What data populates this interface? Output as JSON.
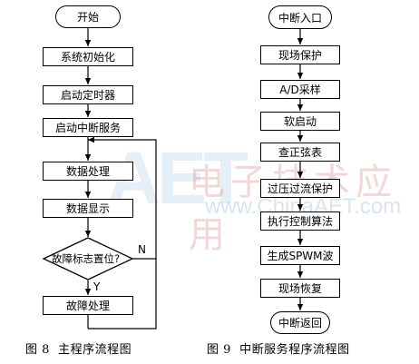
{
  "watermark": {
    "brand": "AET",
    "slogan": "电子技术应用",
    "url": "www.ChinaAET.com"
  },
  "left_flow": {
    "start": "开始",
    "step1": "系统初始化",
    "step2": "启动定时器",
    "step3": "启动中断服务",
    "step4": "数据处理",
    "step5": "数据显示",
    "decision": "故障标志置位?",
    "yes": "Y",
    "no": "N",
    "step6": "故障处理",
    "caption_no": "图 8",
    "caption_title": "主程序流程图"
  },
  "right_flow": {
    "start": "中断入口",
    "step1": "现场保护",
    "step2": "A/D采样",
    "step3": "软启动",
    "step4": "查正弦表",
    "step5": "过压过流保护",
    "step6": "执行控制算法",
    "step7": "生成SPWM波",
    "step8": "现场恢复",
    "end": "中断返回",
    "caption_no": "图 9",
    "caption_title": "中断服务程序流程图"
  }
}
